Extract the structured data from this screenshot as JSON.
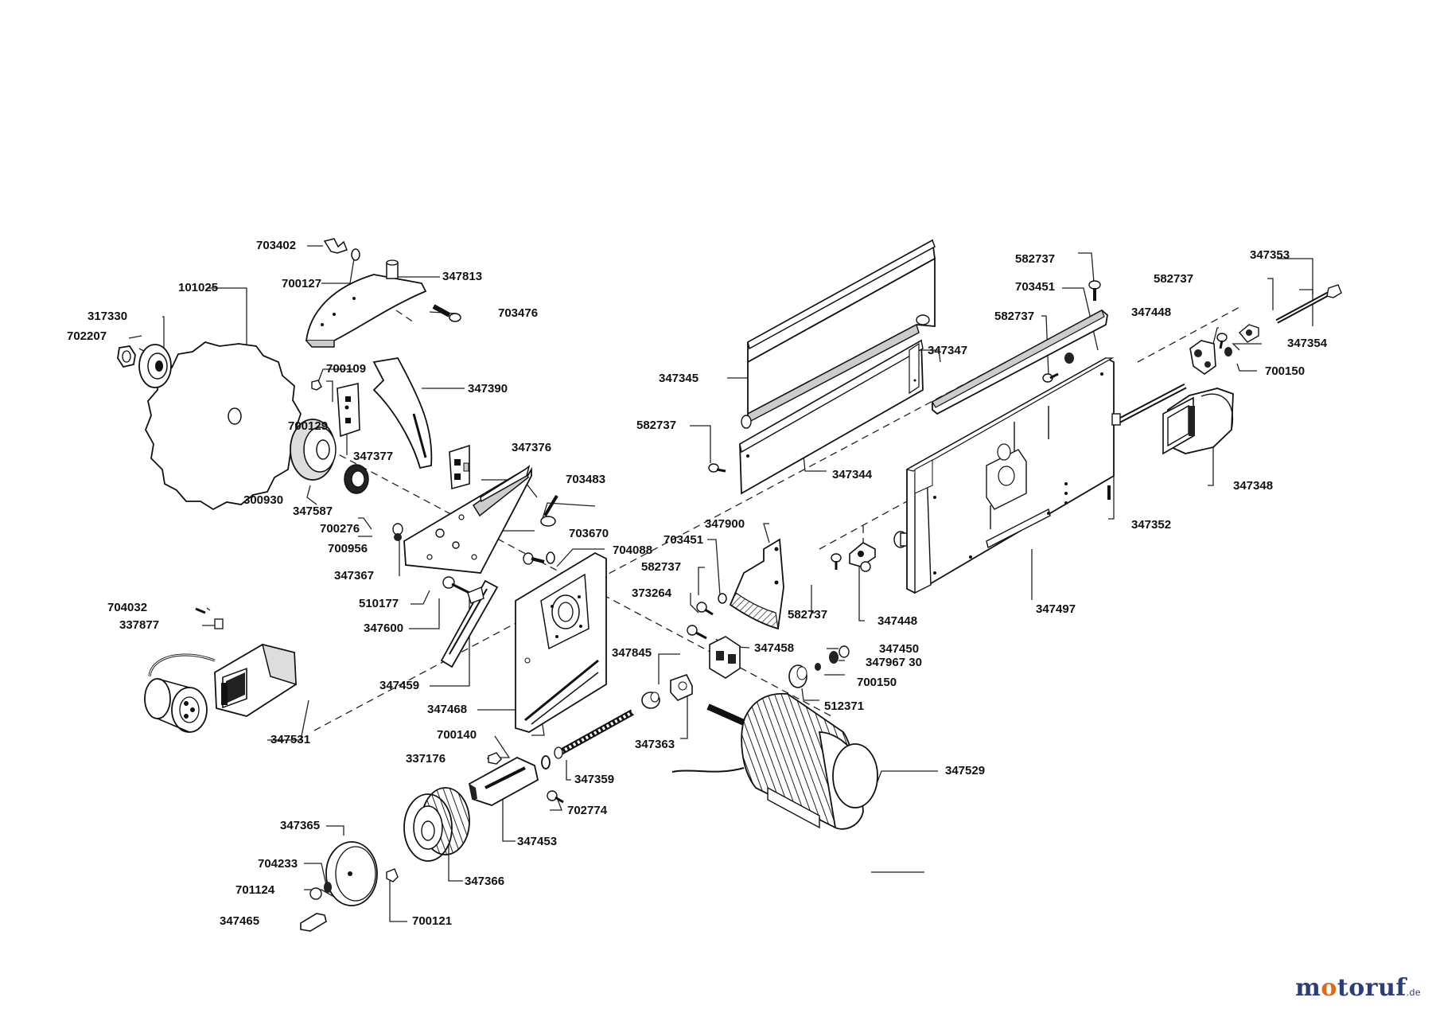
{
  "parts": [
    {
      "id": "p101025",
      "num": "101025"
    },
    {
      "id": "p317330",
      "num": "317330"
    },
    {
      "id": "p702207",
      "num": "702207"
    },
    {
      "id": "p703402",
      "num": "703402"
    },
    {
      "id": "p700127",
      "num": "700127"
    },
    {
      "id": "p347813",
      "num": "347813"
    },
    {
      "id": "p703476",
      "num": "703476"
    },
    {
      "id": "p700109",
      "num": "700109"
    },
    {
      "id": "p700129",
      "num": "700129"
    },
    {
      "id": "p347377",
      "num": "347377"
    },
    {
      "id": "p347390",
      "num": "347390"
    },
    {
      "id": "p347376",
      "num": "347376"
    },
    {
      "id": "p300930",
      "num": "300930"
    },
    {
      "id": "p347587",
      "num": "347587"
    },
    {
      "id": "p700276",
      "num": "700276"
    },
    {
      "id": "p700956",
      "num": "700956"
    },
    {
      "id": "p347367",
      "num": "347367"
    },
    {
      "id": "p703483",
      "num": "703483"
    },
    {
      "id": "p703670",
      "num": "703670"
    },
    {
      "id": "p704088",
      "num": "704088"
    },
    {
      "id": "p510177",
      "num": "510177"
    },
    {
      "id": "p347600",
      "num": "347600"
    },
    {
      "id": "p704032",
      "num": "704032"
    },
    {
      "id": "p337877",
      "num": "337877"
    },
    {
      "id": "p347459",
      "num": "347459"
    },
    {
      "id": "p347468",
      "num": "347468"
    },
    {
      "id": "p347531",
      "num": "347531"
    },
    {
      "id": "p700140",
      "num": "700140"
    },
    {
      "id": "p337176",
      "num": "337176"
    },
    {
      "id": "p347359",
      "num": "347359"
    },
    {
      "id": "p702774",
      "num": "702774"
    },
    {
      "id": "p347453",
      "num": "347453"
    },
    {
      "id": "p347365",
      "num": "347365"
    },
    {
      "id": "p704233",
      "num": "704233"
    },
    {
      "id": "p701124",
      "num": "701124"
    },
    {
      "id": "p347465",
      "num": "347465"
    },
    {
      "id": "p700121",
      "num": "700121"
    },
    {
      "id": "p347366",
      "num": "347366"
    },
    {
      "id": "p347845",
      "num": "347845"
    },
    {
      "id": "p347363",
      "num": "347363"
    },
    {
      "id": "p347529",
      "num": "347529"
    },
    {
      "id": "p347458",
      "num": "347458"
    },
    {
      "id": "p373264",
      "num": "373264"
    },
    {
      "id": "p582737a",
      "num": "582737"
    },
    {
      "id": "p703451a",
      "num": "703451"
    },
    {
      "id": "p347900",
      "num": "347900"
    },
    {
      "id": "p582737b",
      "num": "582737"
    },
    {
      "id": "p347448b",
      "num": "347448"
    },
    {
      "id": "p347450",
      "num": "347450"
    },
    {
      "id": "p347967",
      "num": "347967 30"
    },
    {
      "id": "p700150b",
      "num": "700150"
    },
    {
      "id": "p512371",
      "num": "512371"
    },
    {
      "id": "p347345",
      "num": "347345"
    },
    {
      "id": "p582737c",
      "num": "582737"
    },
    {
      "id": "p347344",
      "num": "347344"
    },
    {
      "id": "p582737d",
      "num": "582737"
    },
    {
      "id": "p703451b",
      "num": "703451"
    },
    {
      "id": "p582737e",
      "num": "582737"
    },
    {
      "id": "p347347",
      "num": "347347"
    },
    {
      "id": "p347497",
      "num": "347497"
    },
    {
      "id": "p347352",
      "num": "347352"
    },
    {
      "id": "p347348",
      "num": "347348"
    },
    {
      "id": "p582737f",
      "num": "582737"
    },
    {
      "id": "p347448a",
      "num": "347448"
    },
    {
      "id": "p347353",
      "num": "347353"
    },
    {
      "id": "p347354",
      "num": "347354"
    },
    {
      "id": "p700150a",
      "num": "700150"
    }
  ],
  "logo": {
    "m": "m",
    "o": "o",
    "rest": "toruf",
    "tld": ".de"
  }
}
